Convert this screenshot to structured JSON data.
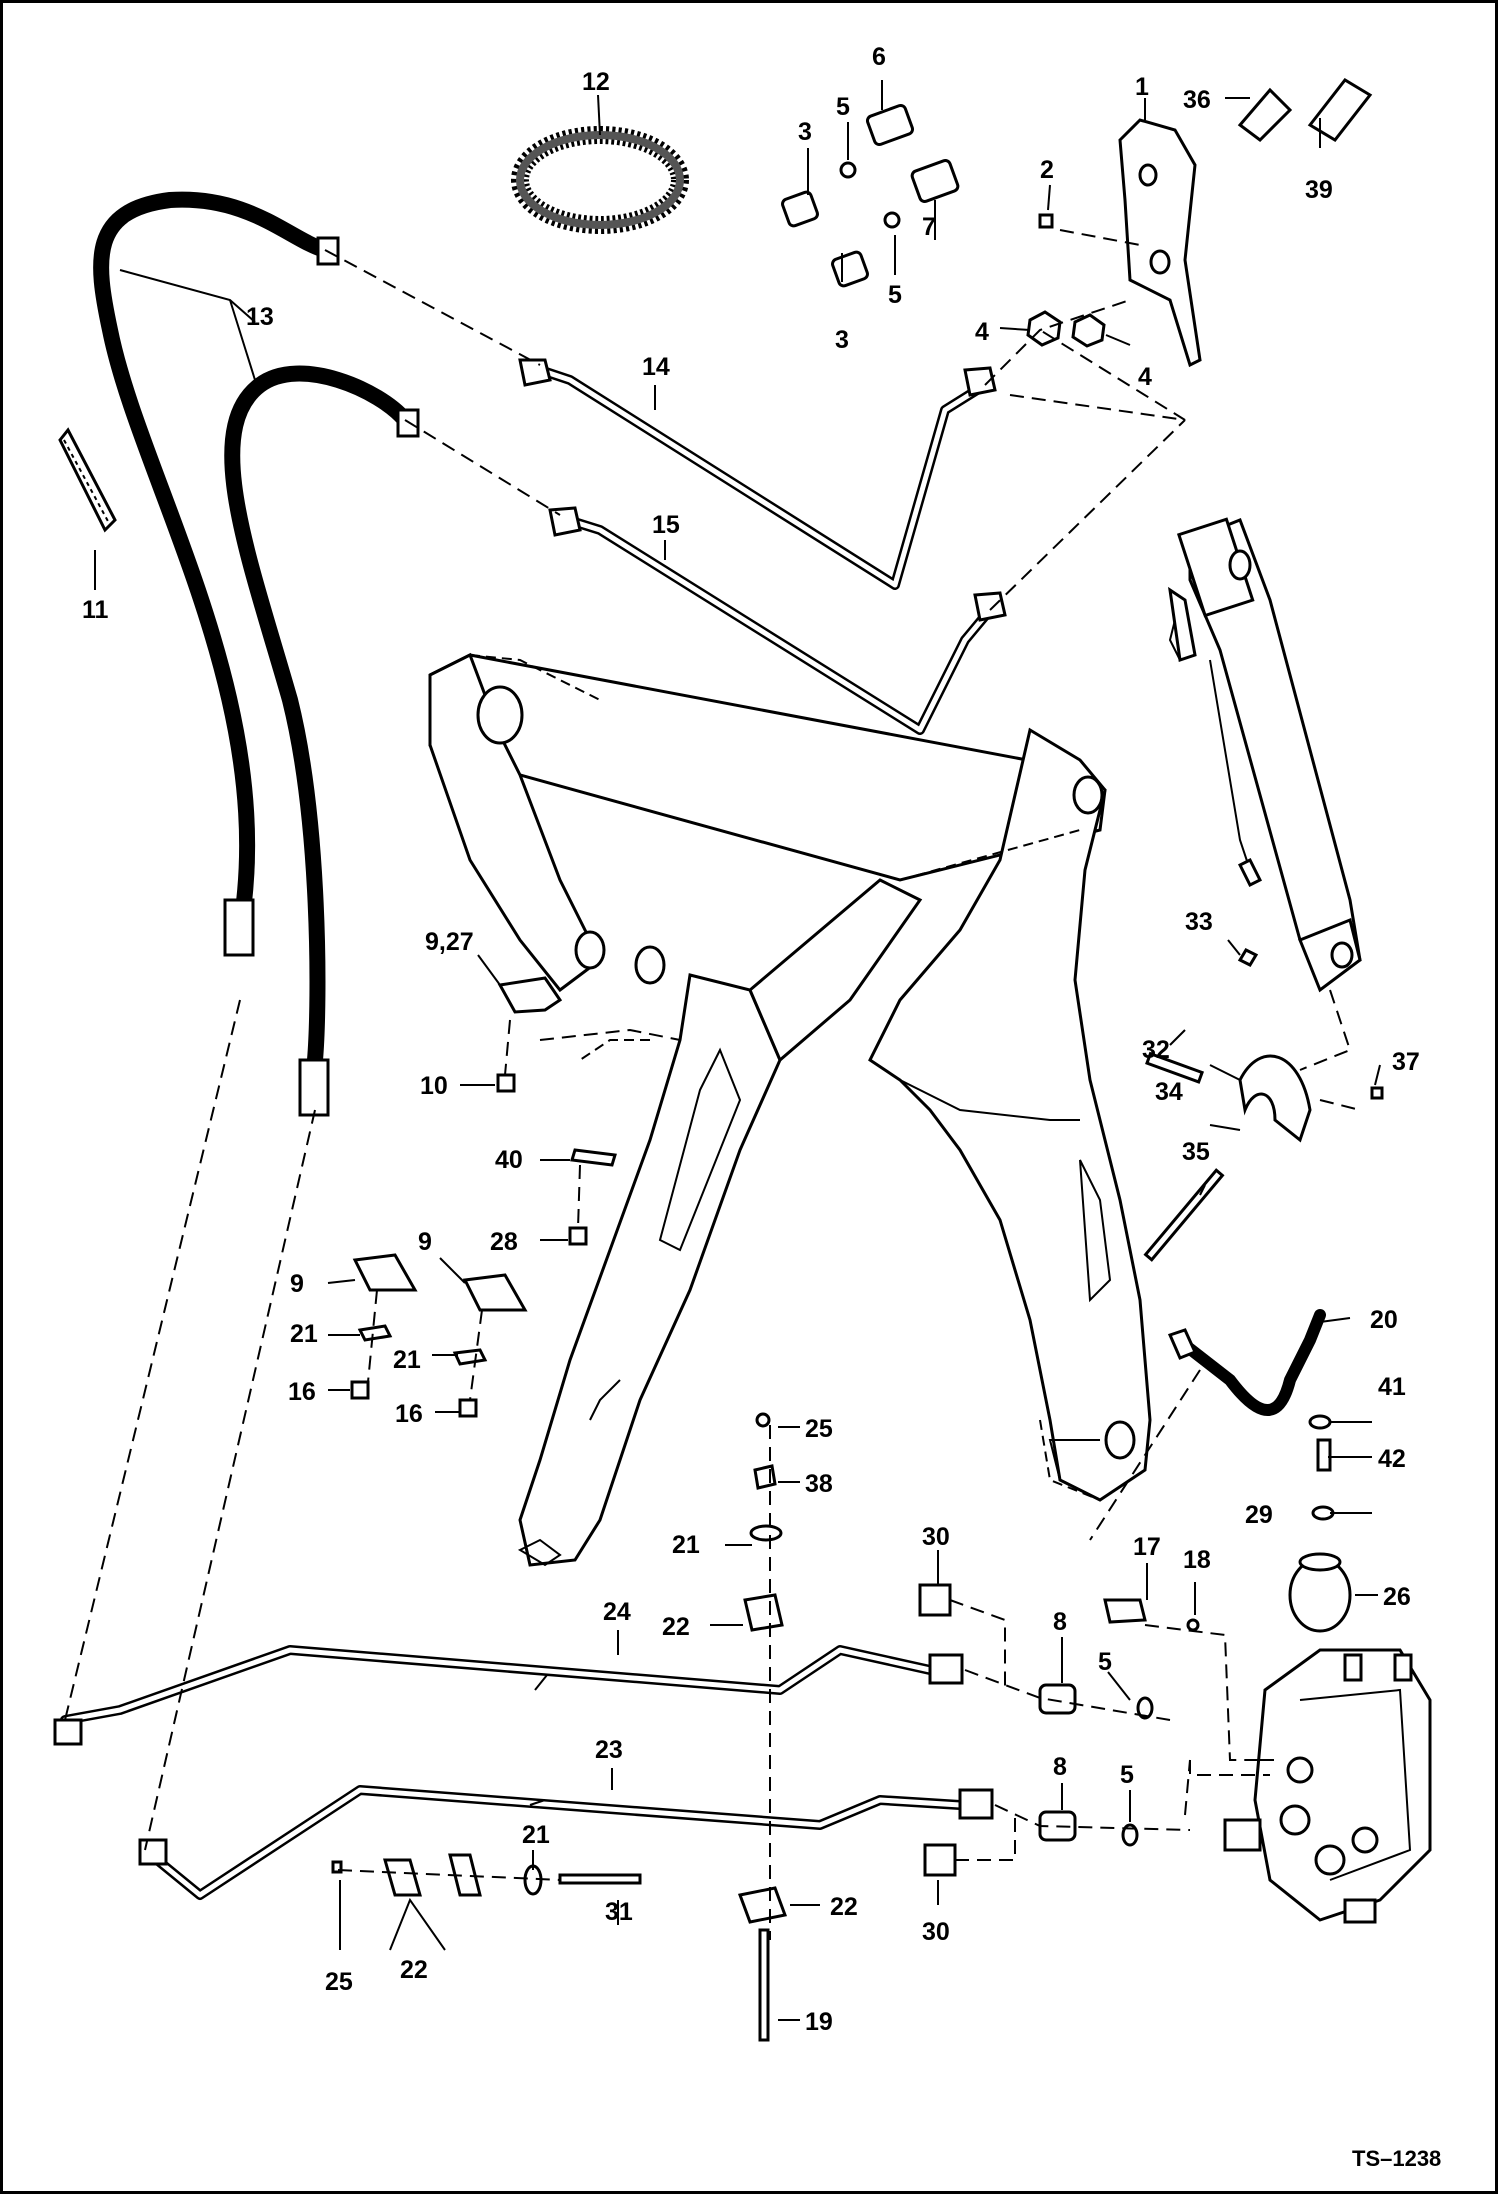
{
  "diagram": {
    "drawing_number": "TS–1238",
    "callouts": [
      {
        "id": "c1",
        "text": "1"
      },
      {
        "id": "c2",
        "text": "2"
      },
      {
        "id": "c3a",
        "text": "3"
      },
      {
        "id": "c3b",
        "text": "3"
      },
      {
        "id": "c4a",
        "text": "4"
      },
      {
        "id": "c4b",
        "text": "4"
      },
      {
        "id": "c5a",
        "text": "5"
      },
      {
        "id": "c5b",
        "text": "5"
      },
      {
        "id": "c5c",
        "text": "5"
      },
      {
        "id": "c5d",
        "text": "5"
      },
      {
        "id": "c6",
        "text": "6"
      },
      {
        "id": "c7",
        "text": "7"
      },
      {
        "id": "c8a",
        "text": "8"
      },
      {
        "id": "c8b",
        "text": "8"
      },
      {
        "id": "c9a",
        "text": "9,27"
      },
      {
        "id": "c9b",
        "text": "9"
      },
      {
        "id": "c9c",
        "text": "9"
      },
      {
        "id": "c10",
        "text": "10"
      },
      {
        "id": "c11",
        "text": "11"
      },
      {
        "id": "c12",
        "text": "12"
      },
      {
        "id": "c13",
        "text": "13"
      },
      {
        "id": "c14",
        "text": "14"
      },
      {
        "id": "c15",
        "text": "15"
      },
      {
        "id": "c16a",
        "text": "16"
      },
      {
        "id": "c16b",
        "text": "16"
      },
      {
        "id": "c17",
        "text": "17"
      },
      {
        "id": "c18",
        "text": "18"
      },
      {
        "id": "c19",
        "text": "19"
      },
      {
        "id": "c20",
        "text": "20"
      },
      {
        "id": "c21a",
        "text": "21"
      },
      {
        "id": "c21b",
        "text": "21"
      },
      {
        "id": "c21c",
        "text": "21"
      },
      {
        "id": "c21d",
        "text": "21"
      },
      {
        "id": "c22a",
        "text": "22"
      },
      {
        "id": "c22b",
        "text": "22"
      },
      {
        "id": "c22c",
        "text": "22"
      },
      {
        "id": "c23",
        "text": "23"
      },
      {
        "id": "c24",
        "text": "24"
      },
      {
        "id": "c25a",
        "text": "25"
      },
      {
        "id": "c25b",
        "text": "25"
      },
      {
        "id": "c26",
        "text": "26"
      },
      {
        "id": "c28",
        "text": "28"
      },
      {
        "id": "c29",
        "text": "29"
      },
      {
        "id": "c30a",
        "text": "30"
      },
      {
        "id": "c30b",
        "text": "30"
      },
      {
        "id": "c31",
        "text": "31"
      },
      {
        "id": "c32",
        "text": "32"
      },
      {
        "id": "c33",
        "text": "33"
      },
      {
        "id": "c34",
        "text": "34"
      },
      {
        "id": "c35",
        "text": "35"
      },
      {
        "id": "c36",
        "text": "36"
      },
      {
        "id": "c37",
        "text": "37"
      },
      {
        "id": "c38",
        "text": "38"
      },
      {
        "id": "c39",
        "text": "39"
      },
      {
        "id": "c40",
        "text": "40"
      },
      {
        "id": "c41",
        "text": "41"
      },
      {
        "id": "c42",
        "text": "42"
      }
    ]
  }
}
